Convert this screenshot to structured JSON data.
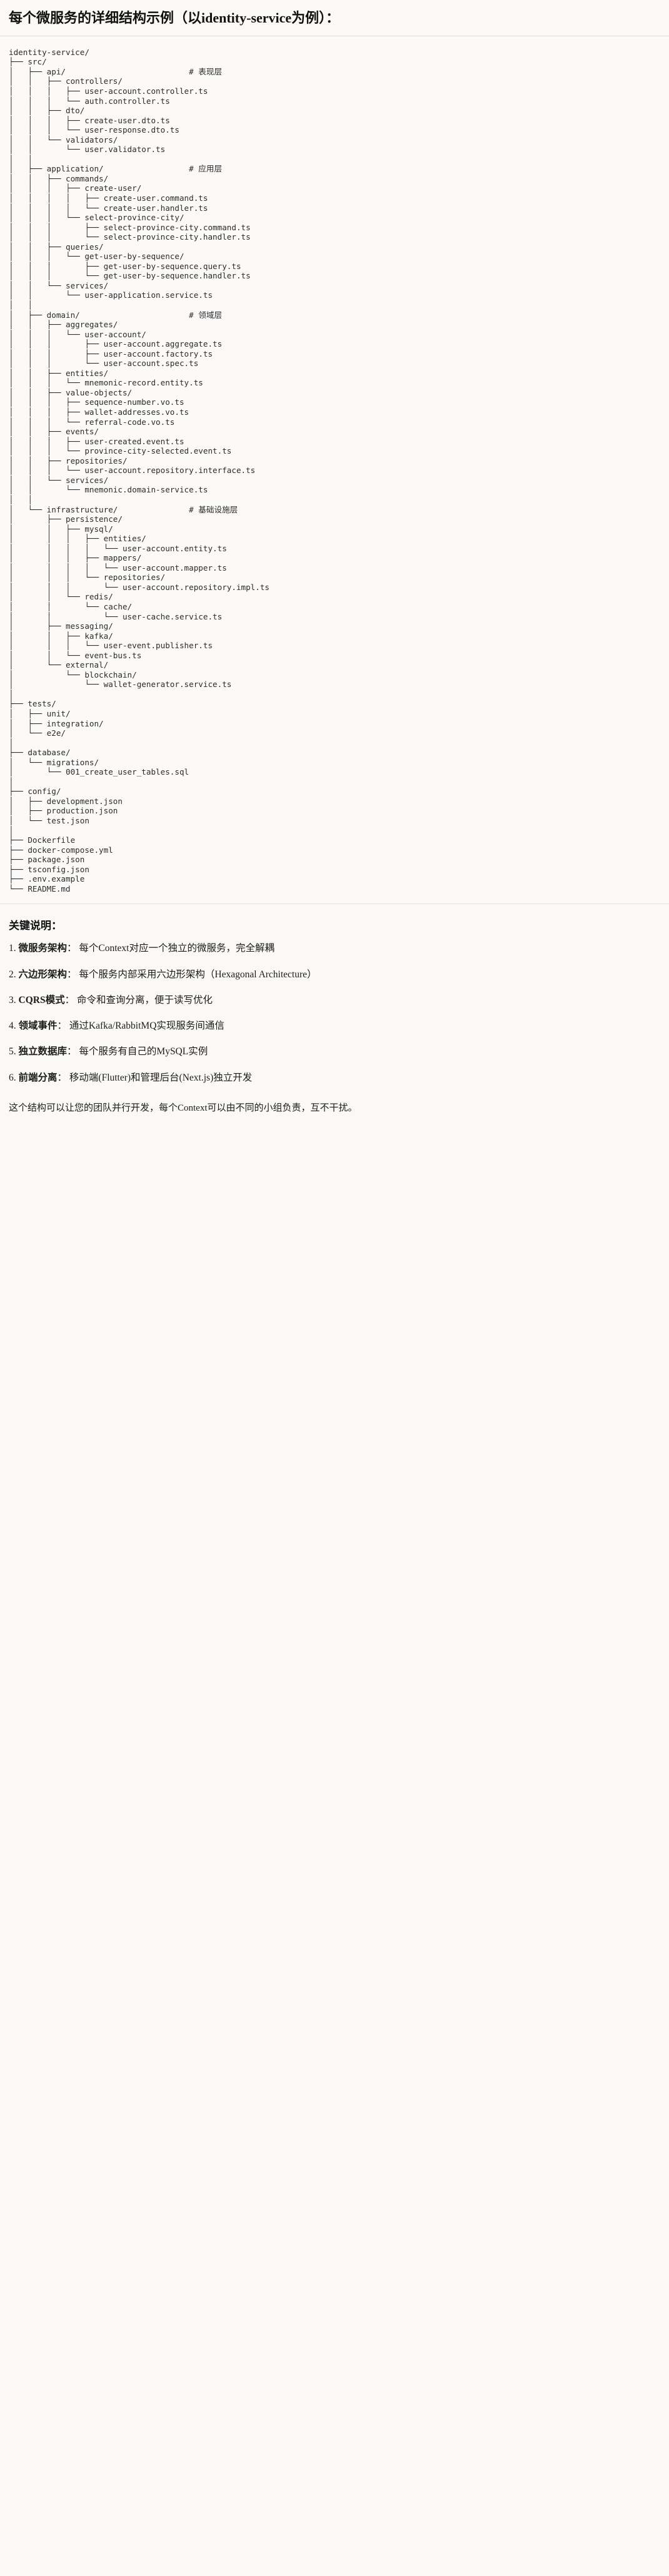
{
  "title": "每个微服务的详细结构示例（以identity-service为例）：",
  "tree": {
    "text": "identity-service/\n├── src/\n│   ├── api/                          # 表现层\n│   │   ├── controllers/\n│   │   │   ├── user-account.controller.ts\n│   │   │   └── auth.controller.ts\n│   │   ├── dto/\n│   │   │   ├── create-user.dto.ts\n│   │   │   └── user-response.dto.ts\n│   │   └── validators/\n│   │       └── user.validator.ts\n│   │\n│   ├── application/                  # 应用层\n│   │   ├── commands/\n│   │   │   ├── create-user/\n│   │   │   │   ├── create-user.command.ts\n│   │   │   │   └── create-user.handler.ts\n│   │   │   └── select-province-city/\n│   │   │       ├── select-province-city.command.ts\n│   │   │       └── select-province-city.handler.ts\n│   │   ├── queries/\n│   │   │   └── get-user-by-sequence/\n│   │   │       ├── get-user-by-sequence.query.ts\n│   │   │       └── get-user-by-sequence.handler.ts\n│   │   └── services/\n│   │       └── user-application.service.ts\n│   │\n│   ├── domain/                       # 领域层\n│   │   ├── aggregates/\n│   │   │   └── user-account/\n│   │   │       ├── user-account.aggregate.ts\n│   │   │       ├── user-account.factory.ts\n│   │   │       └── user-account.spec.ts\n│   │   ├── entities/\n│   │   │   └── mnemonic-record.entity.ts\n│   │   ├── value-objects/\n│   │   │   ├── sequence-number.vo.ts\n│   │   │   ├── wallet-addresses.vo.ts\n│   │   │   └── referral-code.vo.ts\n│   │   ├── events/\n│   │   │   ├── user-created.event.ts\n│   │   │   └── province-city-selected.event.ts\n│   │   ├── repositories/\n│   │   │   └── user-account.repository.interface.ts\n│   │   └── services/\n│   │       └── mnemonic.domain-service.ts\n│   │\n│   └── infrastructure/               # 基础设施层\n│       ├── persistence/\n│       │   ├── mysql/\n│       │   │   ├── entities/\n│       │   │   │   └── user-account.entity.ts\n│       │   │   ├── mappers/\n│       │   │   │   └── user-account.mapper.ts\n│       │   │   └── repositories/\n│       │   │       └── user-account.repository.impl.ts\n│       │   └── redis/\n│       │       └── cache/\n│       │           └── user-cache.service.ts\n│       ├── messaging/\n│       │   ├── kafka/\n│       │   │   └── user-event.publisher.ts\n│       │   └── event-bus.ts\n│       └── external/\n│           └── blockchain/\n│               └── wallet-generator.service.ts\n│\n├── tests/\n│   ├── unit/\n│   ├── integration/\n│   └── e2e/\n│\n├── database/\n│   └── migrations/\n│       └── 001_create_user_tables.sql\n│\n├── config/\n│   ├── development.json\n│   ├── production.json\n│   └── test.json\n│\n├── Dockerfile\n├── docker-compose.yml\n├── package.json\n├── tsconfig.json\n├── .env.example\n└── README.md",
    "layer_comments": [
      "# 表现层",
      "# 应用层",
      "# 领域层",
      "# 基础设施层"
    ]
  },
  "notes": {
    "heading": "关键说明：",
    "items": [
      {
        "num": "1.",
        "term": "微服务架构",
        "sep": "：",
        "desc": "每个Context对应一个独立的微服务，完全解耦"
      },
      {
        "num": "2.",
        "term": "六边形架构",
        "sep": "：",
        "desc": "每个服务内部采用六边形架构（Hexagonal Architecture）"
      },
      {
        "num": "3.",
        "term": "CQRS模式",
        "sep": "：",
        "desc": "命令和查询分离，便于读写优化"
      },
      {
        "num": "4.",
        "term": "领域事件",
        "sep": "：",
        "desc": "通过Kafka/RabbitMQ实现服务间通信"
      },
      {
        "num": "5.",
        "term": "独立数据库",
        "sep": "：",
        "desc": "每个服务有自己的MySQL实例"
      },
      {
        "num": "6.",
        "term": "前端分离",
        "sep": "：",
        "desc": "移动端(Flutter)和管理后台(Next.js)独立开发"
      }
    ],
    "closing": "这个结构可以让您的团队并行开发，每个Context可以由不同的小组负责，互不干扰。"
  },
  "colors": {
    "background": "#faf9f6",
    "code_background": "#fbfaf8",
    "text": "#1a1a1a",
    "code_text": "#2b2b2b",
    "rule": "#e3e0d8"
  }
}
